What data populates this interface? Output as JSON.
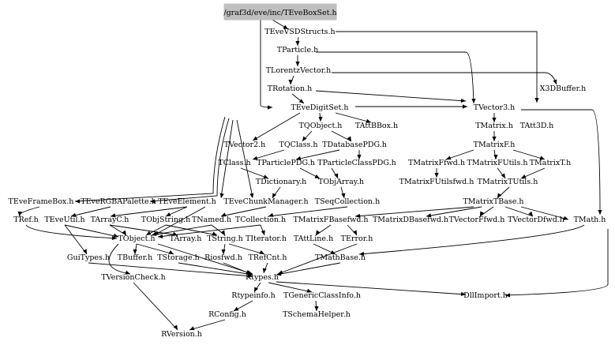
{
  "root": "/graf3d/eve/inc/TEveBoxSet.h",
  "nodes": {
    "TEveVSDStructs": "TEveVSDStructs.h",
    "TParticle": "TParticle.h",
    "TLorentzVector": "TLorentzVector.h",
    "TRotation": "TRotation.h",
    "X3DBuffer": "X3DBuffer.h",
    "TEveDigitSet": "TEveDigitSet.h",
    "TVector3": "TVector3.h",
    "TQObject": "TQObject.h",
    "TAttBBox": "TAttBBox.h",
    "TMatrix": "TMatrix.h",
    "TAtt3D": "TAtt3D.h",
    "TVector2": "TVector2.h",
    "TQClass": "TQClass.h",
    "TDatabasePDG": "TDatabasePDG.h",
    "TMatrixF": "TMatrixF.h",
    "TClass": "TClass.h",
    "TParticlePDG": "TParticlePDG.h",
    "TParticleClassPDG": "TParticleClassPDG.h",
    "TMatrixFfwd": "TMatrixFfwd.h",
    "TMatrixFUtils": "TMatrixFUtils.h",
    "TMatrixT": "TMatrixT.h",
    "TDictionary": "TDictionary.h",
    "TObjArray": "TObjArray.h",
    "TMatrixFUtilsfwd": "TMatrixFUtilsfwd.h",
    "TMatrixTUtils": "TMatrixTUtils.h",
    "TEveFrameBox": "TEveFrameBox.h",
    "TEveRGBAPalette": "TEveRGBAPalette.h",
    "TEveElement": "TEveElement.h",
    "TEveChunkManager": "TEveChunkManager.h",
    "TSeqCollection": "TSeqCollection.h",
    "TMatrixTBase": "TMatrixTBase.h",
    "TRef": "TRef.h",
    "TEveUtil": "TEveUtil.h",
    "TArrayC": "TArrayC.h",
    "TObjString": "TObjString.h",
    "TNamed": "TNamed.h",
    "TCollection": "TCollection.h",
    "TMatrixFBasefwd": "TMatrixFBasefwd.h",
    "TMatrixDBasefwd": "TMatrixDBasefwd.h",
    "TVectorFfwd": "TVectorFfwd.h",
    "TVectorDfwd": "TVectorDfwd.h",
    "TMath": "TMath.h",
    "TObject": "TObject.h",
    "TArray": "TArray.h",
    "TString": "TString.h",
    "TIterator": "TIterator.h",
    "TAttLine": "TAttLine.h",
    "TError": "TError.h",
    "GuiTypes": "GuiTypes.h",
    "TBuffer": "TBuffer.h",
    "TStorage": "TStorage.h",
    "Riosfwd": "Riosfwd.h",
    "TRefCnt": "TRefCnt.h",
    "TMathBase": "TMathBase.h",
    "TVersionCheck": "TVersionCheck.h",
    "Rtypes": "Rtypes.h",
    "DllImport": "DllImport.h",
    "Rtypeinfo": "Rtypeinfo.h",
    "TGenericClassInfo": "TGenericClassInfo.h",
    "RConfig": "RConfig.h",
    "TSchemaHelper": "TSchemaHelper.h",
    "RVersion": "RVersion.h"
  }
}
